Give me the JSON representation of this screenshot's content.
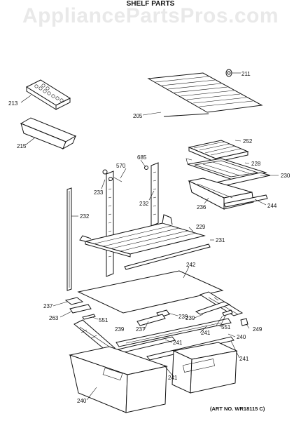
{
  "watermark": "AppliancePartsPros.com",
  "header": "SHELF PARTS",
  "art_no": "(ART NO. WR18115 C)",
  "labels": {
    "l211": "211",
    "l213": "213",
    "l205": "205",
    "l215": "215",
    "l252": "252",
    "l228": "228",
    "l230": "230",
    "l570": "570",
    "l685": "685",
    "l233": "233",
    "l232a": "232",
    "l232b": "232",
    "l236": "236",
    "l244": "244",
    "l229": "229",
    "l231": "231",
    "l242": "242",
    "l237a": "237",
    "l263": "263",
    "l551a": "551",
    "l239a": "239",
    "l239b": "239",
    "l239c": "239",
    "l237b": "237",
    "l551b": "551",
    "l249": "249",
    "l241a": "241",
    "l241b": "241",
    "l240a": "240",
    "l241c": "241",
    "l241d": "241",
    "l240b": "240"
  }
}
